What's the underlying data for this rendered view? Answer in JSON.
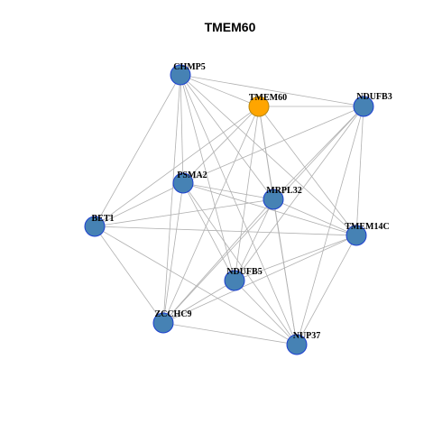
{
  "graph": {
    "title": "TMEM60",
    "colors": {
      "node_default_fill": "#4682B4",
      "node_default_stroke": "#1C3FD0",
      "node_focus_fill": "#FFA500",
      "node_focus_stroke": "#B8860B",
      "edge": "#B0B0B0"
    },
    "focus_node": "TMEM60",
    "nodes": [
      {
        "id": "CHMP5",
        "label": "CHMP5"
      },
      {
        "id": "TMEM60",
        "label": "TMEM60"
      },
      {
        "id": "NDUFB3",
        "label": "NDUFB3"
      },
      {
        "id": "PSMA2",
        "label": "PSMA2"
      },
      {
        "id": "MRPL32",
        "label": "MRPL32"
      },
      {
        "id": "BET1",
        "label": "BET1"
      },
      {
        "id": "TMEM14C",
        "label": "TMEM14C"
      },
      {
        "id": "NDUFB5",
        "label": "NDUFB5"
      },
      {
        "id": "ZCCHC9",
        "label": "ZCCHC9"
      },
      {
        "id": "NUP37",
        "label": "NUP37"
      }
    ],
    "edges": [
      [
        "CHMP5",
        "TMEM60"
      ],
      [
        "CHMP5",
        "NDUFB3"
      ],
      [
        "CHMP5",
        "PSMA2"
      ],
      [
        "CHMP5",
        "MRPL32"
      ],
      [
        "CHMP5",
        "BET1"
      ],
      [
        "CHMP5",
        "TMEM14C"
      ],
      [
        "CHMP5",
        "NDUFB5"
      ],
      [
        "CHMP5",
        "ZCCHC9"
      ],
      [
        "CHMP5",
        "NUP37"
      ],
      [
        "TMEM60",
        "NDUFB3"
      ],
      [
        "TMEM60",
        "PSMA2"
      ],
      [
        "TMEM60",
        "MRPL32"
      ],
      [
        "TMEM60",
        "BET1"
      ],
      [
        "TMEM60",
        "TMEM14C"
      ],
      [
        "TMEM60",
        "NDUFB5"
      ],
      [
        "TMEM60",
        "ZCCHC9"
      ],
      [
        "TMEM60",
        "NUP37"
      ],
      [
        "NDUFB3",
        "PSMA2"
      ],
      [
        "NDUFB3",
        "MRPL32"
      ],
      [
        "NDUFB3",
        "TMEM14C"
      ],
      [
        "NDUFB3",
        "NDUFB5"
      ],
      [
        "NDUFB3",
        "ZCCHC9"
      ],
      [
        "NDUFB3",
        "NUP37"
      ],
      [
        "PSMA2",
        "MRPL32"
      ],
      [
        "PSMA2",
        "BET1"
      ],
      [
        "PSMA2",
        "TMEM14C"
      ],
      [
        "PSMA2",
        "NDUFB5"
      ],
      [
        "PSMA2",
        "ZCCHC9"
      ],
      [
        "PSMA2",
        "NUP37"
      ],
      [
        "MRPL32",
        "BET1"
      ],
      [
        "MRPL32",
        "TMEM14C"
      ],
      [
        "MRPL32",
        "NDUFB5"
      ],
      [
        "MRPL32",
        "ZCCHC9"
      ],
      [
        "MRPL32",
        "NUP37"
      ],
      [
        "BET1",
        "TMEM14C"
      ],
      [
        "BET1",
        "ZCCHC9"
      ],
      [
        "BET1",
        "NUP37"
      ],
      [
        "TMEM14C",
        "NDUFB5"
      ],
      [
        "TMEM14C",
        "ZCCHC9"
      ],
      [
        "TMEM14C",
        "NUP37"
      ],
      [
        "NDUFB5",
        "ZCCHC9"
      ],
      [
        "NDUFB5",
        "NUP37"
      ],
      [
        "ZCCHC9",
        "NUP37"
      ]
    ]
  }
}
